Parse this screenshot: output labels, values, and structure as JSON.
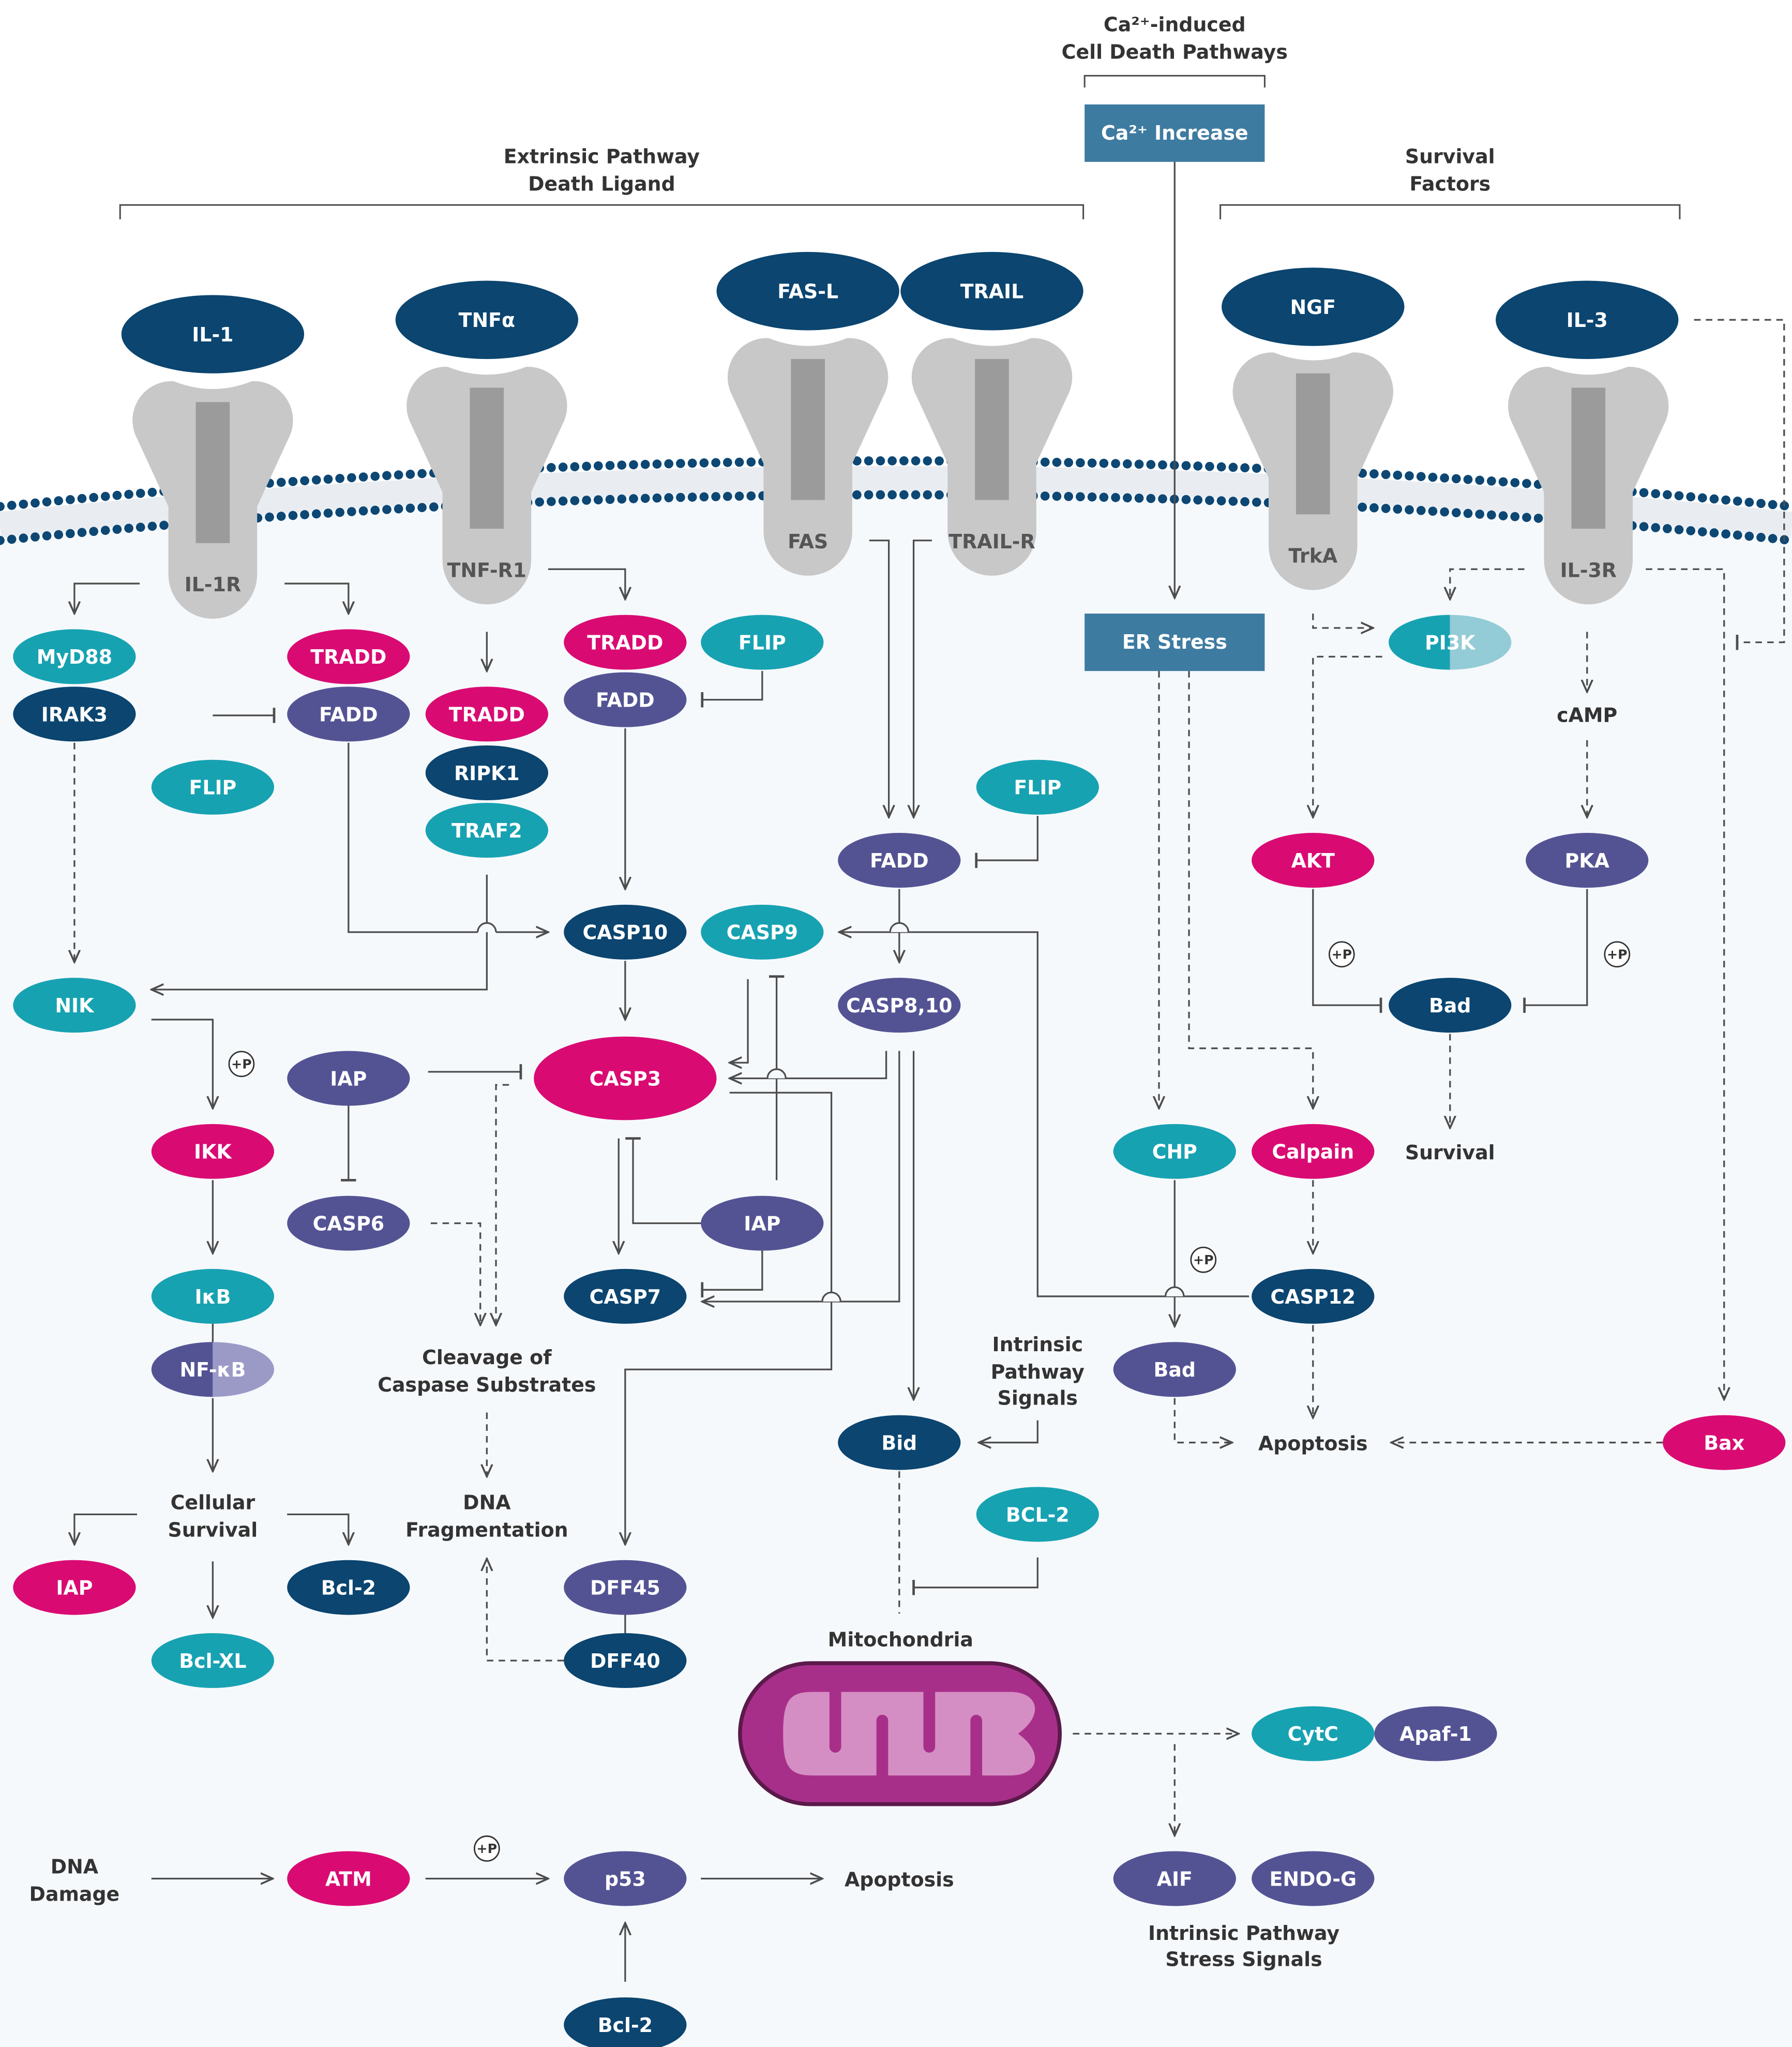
{
  "colors": {
    "navy": "#0b4570",
    "magenta": "#d90b73",
    "teal": "#17a2b2",
    "purple": "#535394",
    "steel": "#3e7ba1",
    "receptor": "#c8c8c8",
    "receptor_core": "#9b9b9b",
    "membrane": "#0d4774",
    "membrane_band": "#e9edf2",
    "cytoplasm": "#f6f9fc",
    "line": "#4d4d4d",
    "text": "#333333",
    "mito_outer": "#a72f8a",
    "mito_inner": "#d58ec3"
  },
  "headers": {
    "extrinsic": [
      "Extrinsic Pathway",
      "Death Ligand"
    ],
    "calcium": [
      "Ca²⁺-induced",
      "Cell Death Pathways"
    ],
    "survival": [
      "Survival",
      "Factors"
    ]
  },
  "boxes": {
    "ca_increase": "Ca²⁺ Increase",
    "er_stress": "ER Stress"
  },
  "ligands": {
    "il1": "IL-1",
    "tnfa": "TNFα",
    "fasl": "FAS-L",
    "trail": "TRAIL",
    "ngf": "NGF",
    "il3": "IL-3"
  },
  "receptors": {
    "il1r": "IL-1R",
    "tnfr1": "TNF-R1",
    "fas": "FAS",
    "trailr": "TRAIL-R",
    "trka": "TrkA",
    "il3r": "IL-3R"
  },
  "nodes": {
    "myd88": "MyD88",
    "irak3": "IRAK3",
    "tradd1": "TRADD",
    "fadd1": "FADD",
    "flip1": "FLIP",
    "tradd2": "TRADD",
    "ripk1": "RIPK1",
    "traf2": "TRAF2",
    "tradd3": "TRADD",
    "fadd3": "FADD",
    "flip3": "FLIP",
    "flip4": "FLIP",
    "fadd4": "FADD",
    "pi3k": "PI3K",
    "akt": "AKT",
    "pka": "PKA",
    "bad1": "Bad",
    "nik": "NIK",
    "casp10": "CASP10",
    "casp9": "CASP9",
    "casp810": "CASP8,10",
    "iap1": "IAP",
    "casp3": "CASP3",
    "ikk": "IKK",
    "casp6": "CASP6",
    "iap2": "IAP",
    "casp7": "CASP7",
    "ikb": "IκB",
    "nfkb": "NF-κB",
    "chp": "CHP",
    "calpain": "Calpain",
    "casp12": "CASP12",
    "bad2": "Bad",
    "bid": "Bid",
    "bcl2a": "BCL-2",
    "bax": "Bax",
    "iap3": "IAP",
    "bcl2b": "Bcl-2",
    "bclxl": "Bcl-XL",
    "dff45": "DFF45",
    "dff40": "DFF40",
    "cytc": "CytC",
    "apaf1": "Apaf-1",
    "aif": "AIF",
    "endog": "ENDO-G",
    "atm": "ATM",
    "p53": "p53",
    "bcl2c": "Bcl-2"
  },
  "labels": {
    "camp": "cAMP",
    "survival": "Survival",
    "cleavage": [
      "Cleavage of",
      "Caspase Substrates"
    ],
    "cellular_survival": [
      "Cellular",
      "Survival"
    ],
    "dna_frag": [
      "DNA",
      "Fragmentation"
    ],
    "intrinsic_signals": [
      "Intrinsic",
      "Pathway",
      "Signals"
    ],
    "apoptosis1": "Apoptosis",
    "mitochondria": "Mitochondria",
    "intrinsic_stress": [
      "Intrinsic Pathway",
      "Stress Signals"
    ],
    "dna_damage": [
      "DNA",
      "Damage"
    ],
    "apoptosis2": "Apoptosis",
    "plus_p": "+P"
  }
}
